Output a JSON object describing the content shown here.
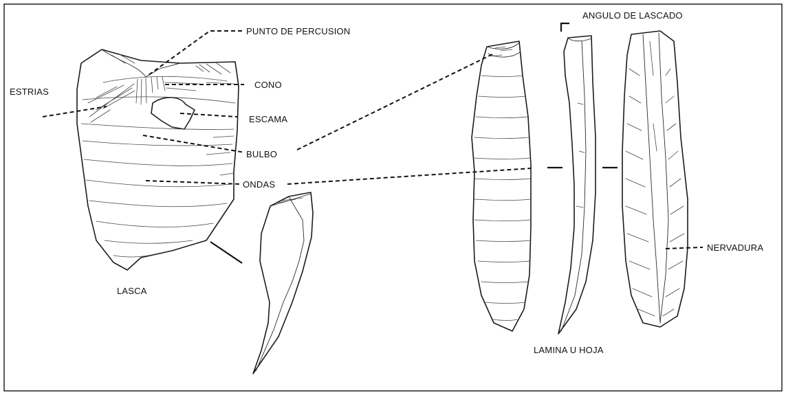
{
  "labels": {
    "punto_de_percusion": "PUNTO DE PERCUSION",
    "estrias": "ESTRIAS",
    "cono": "CONO",
    "escama": "ESCAMA",
    "bulbo": "BULBO",
    "ondas": "ONDAS",
    "lasca": "LASCA",
    "angulo_de_lascado": "ANGULO DE LASCADO",
    "nervadura": "NERVADURA",
    "lamina_u_hoja": "LAMINA U HOJA"
  },
  "colors": {
    "ink": "#111111",
    "background": "#ffffff",
    "frame": "#222222"
  }
}
